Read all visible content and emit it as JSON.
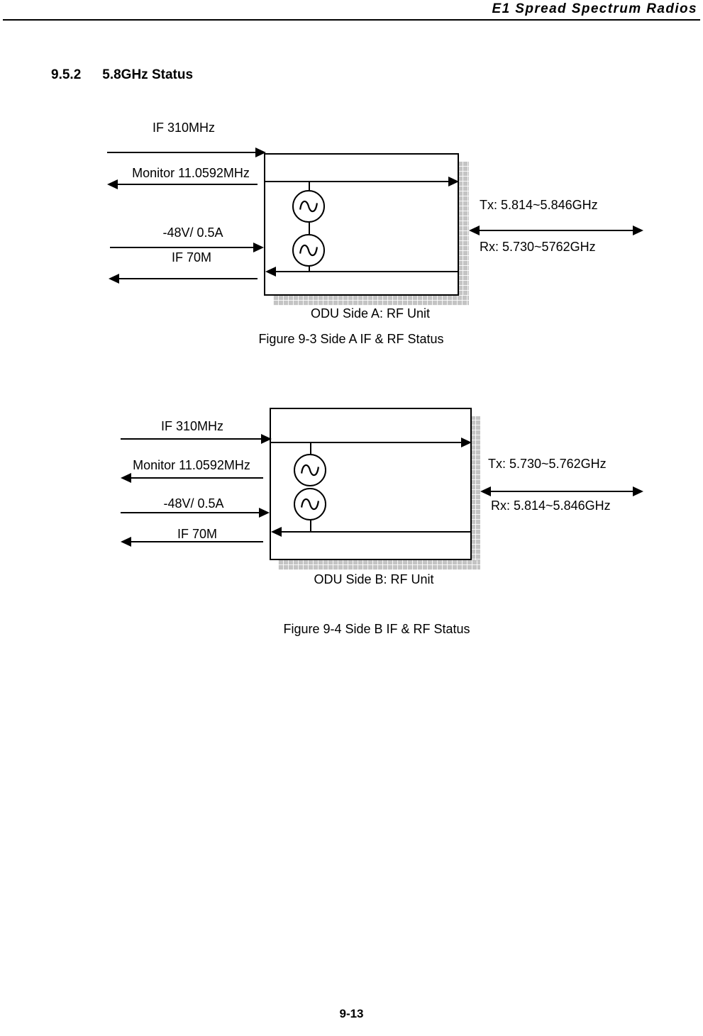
{
  "header": {
    "running_title": "E1  Spread  Spectrum  Radios"
  },
  "section": {
    "number": "9.5.2",
    "title": "5.8GHz Status"
  },
  "figures": [
    {
      "id": "figure-9-3",
      "unit_caption": "ODU Side A: RF Unit",
      "caption": "Figure 9-3 Side A IF & RF Status",
      "left_signals": [
        {
          "label": "IF 310MHz",
          "direction": "right"
        },
        {
          "label": "Monitor 11.0592MHz",
          "direction": "left"
        },
        {
          "label": "-48V/ 0.5A",
          "direction": "right"
        },
        {
          "label": "IF 70M",
          "direction": "left"
        }
      ],
      "right_signals": [
        {
          "label": "Tx: 5.814~5.846GHz"
        },
        {
          "label": "Rx: 5.730~5762GHz"
        }
      ]
    },
    {
      "id": "figure-9-4",
      "unit_caption": "ODU Side B: RF Unit",
      "caption": "Figure 9-4 Side B IF & RF Status",
      "left_signals": [
        {
          "label": "IF 310MHz",
          "direction": "right"
        },
        {
          "label": "Monitor 11.0592MHz",
          "direction": "left"
        },
        {
          "label": "-48V/ 0.5A",
          "direction": "right"
        },
        {
          "label": "IF 70M",
          "direction": "left"
        }
      ],
      "right_signals": [
        {
          "label": "Tx: 5.730~5.762GHz"
        },
        {
          "label": "Rx: 5.814~5.846GHz"
        }
      ]
    }
  ],
  "footer": {
    "page_number": "9-13"
  },
  "colors": {
    "ink": "#000000",
    "paper": "#ffffff",
    "shadow": "#c4c4c4"
  }
}
